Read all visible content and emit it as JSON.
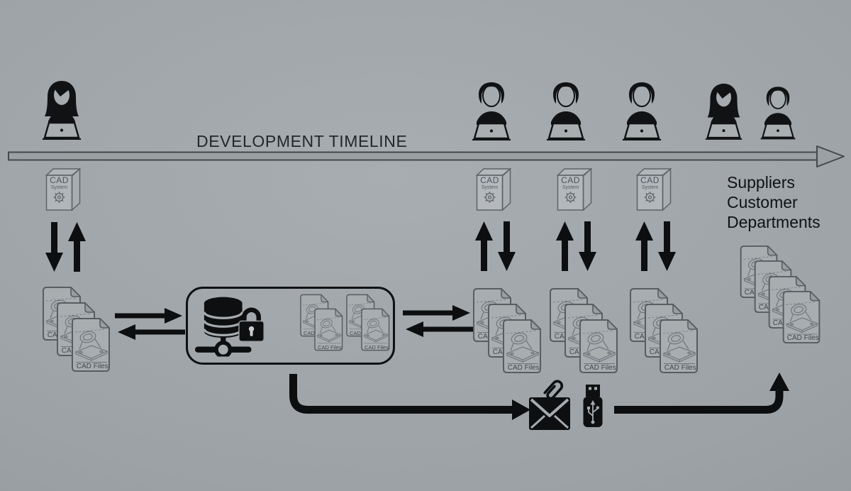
{
  "timeline": {
    "label": "DEVELOPMENT TIMELINE"
  },
  "cad_system_box": {
    "title": "CAD",
    "subtitle": "System"
  },
  "cad_files_label": "CAD Files",
  "recipients": {
    "lines": [
      "Suppliers",
      "Customer",
      "Departments"
    ]
  },
  "icons": {
    "female-developer-laptop": "black silhouette woman at laptop",
    "male-developer-laptop": "black silhouette man at laptop",
    "cad-system-box": "outlined 3d software box with gear",
    "cad-files-document": "document sheet with isometric CAD part drawing",
    "secure-database": "black database cylinder with padlock and network node",
    "transfer-arrows-vertical": "paired solid up/down arrows",
    "transfer-arrows-horizontal": "paired solid left/right arrows",
    "email-attachment": "black envelope with paperclip",
    "usb-drive": "black usb memory stick",
    "timeline-arrow": "long outlined arrow pointing right"
  },
  "colors": {
    "background_center": "#a8adb1",
    "background_edge": "#8f9599",
    "icon_black": "#0d0f11",
    "outline_gray": "#5d6367",
    "text_dark": "#17191b"
  }
}
